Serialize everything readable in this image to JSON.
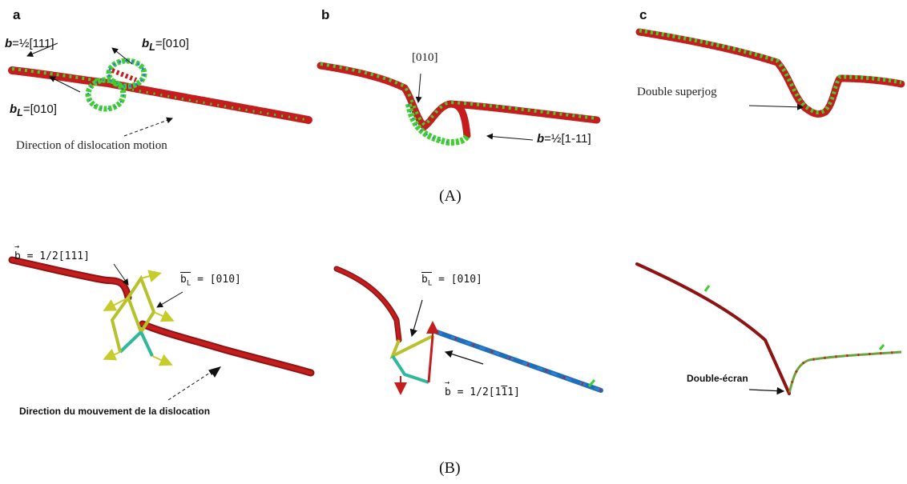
{
  "group_labels": {
    "top": "(A)",
    "bottom": "(B)"
  },
  "top_panels": {
    "a": {
      "letter": "a",
      "label_b_pre": "b",
      "label_b_post": "=½[111]",
      "label_bl1_pre": "b",
      "label_bl1_sub": "L",
      "label_bl1_post": "=[010]",
      "label_bl2_pre": "b",
      "label_bl2_sub": "L",
      "label_bl2_post": "=[010]",
      "direction": "Direction of dislocation motion"
    },
    "b": {
      "letter": "b",
      "label_010": "[010]",
      "label_b_pre": "b",
      "label_b_post": "=½[1-11]"
    },
    "c": {
      "letter": "c",
      "label_jog": "Double superjog"
    }
  },
  "bottom_panels": {
    "left": {
      "label_b_rhs": "= 1/2[111]",
      "label_bl_rhs": "= [010]",
      "direction": "Direction du mouvement de la dislocation"
    },
    "middle": {
      "label_bl_rhs": "= [010]",
      "label_b_rhs": "= 1/2[1",
      "label_b_bar1": "1",
      "label_b_mid": "",
      "label_b_end": "1]"
    },
    "right": {
      "label_jog": "Double-écran"
    }
  },
  "colors": {
    "red": "#c41d1d",
    "green": "#3fcf2e",
    "blue": "#2f7fd8",
    "yellow": "#c8cc2a",
    "teal": "#2fb89a"
  }
}
